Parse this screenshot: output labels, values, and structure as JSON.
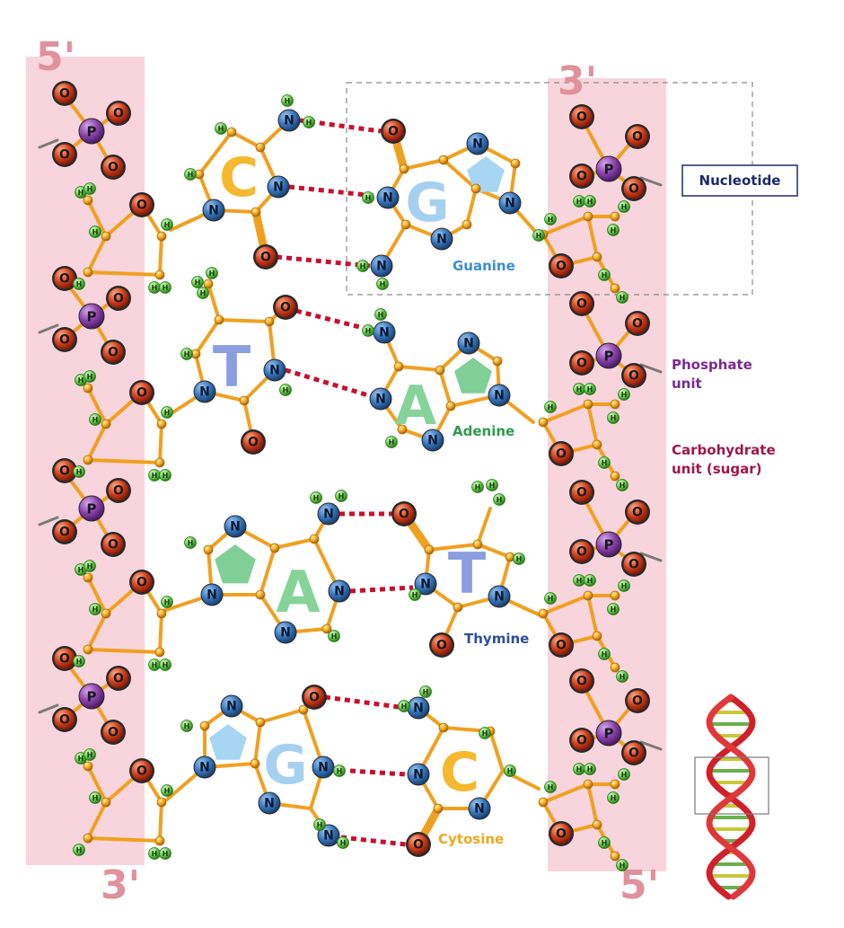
{
  "labels": {
    "left_top_end": "5'",
    "left_bottom_end": "3'",
    "right_top_end": "3'",
    "right_bottom_end": "5'",
    "nucleotide": "Nucleotide",
    "phosphate_line1": "Phosphate",
    "phosphate_line2": "unit",
    "carbohydrate_line1": "Carbohydrate",
    "carbohydrate_line2": "unit (sugar)"
  },
  "base_names": {
    "guanine": "Guanine",
    "adenine": "Adenine",
    "thymine": "Thymine",
    "cytosine": "Cytosine"
  },
  "base_letters": {
    "c1": "C",
    "g1": "G",
    "t2": "T",
    "a2": "A",
    "a3": "A",
    "t3": "T",
    "g4": "G",
    "c4": "C"
  },
  "atoms": {
    "O": "O",
    "P": "P",
    "N": "N",
    "H": "H"
  },
  "colors": {
    "backbone_band": "#f8d5dc",
    "strand_end": "#e0919c",
    "oxygen": "#c8321a",
    "phosphorus": "#7a3a9a",
    "nitrogen": "#2f68b0",
    "hydrogen": "#5cc44a",
    "carbon": "#f3a51c",
    "hbond": "#c8102e",
    "cytosine": "#f5b82e",
    "guanine": "#3a8fd0",
    "adenine": "#2e9a4e",
    "thymine": "#2b4f9c",
    "phosphate_label": "#7a2a92",
    "carbohydrate_label": "#a0174a",
    "nucleotide_label": "#1d2a6b"
  }
}
